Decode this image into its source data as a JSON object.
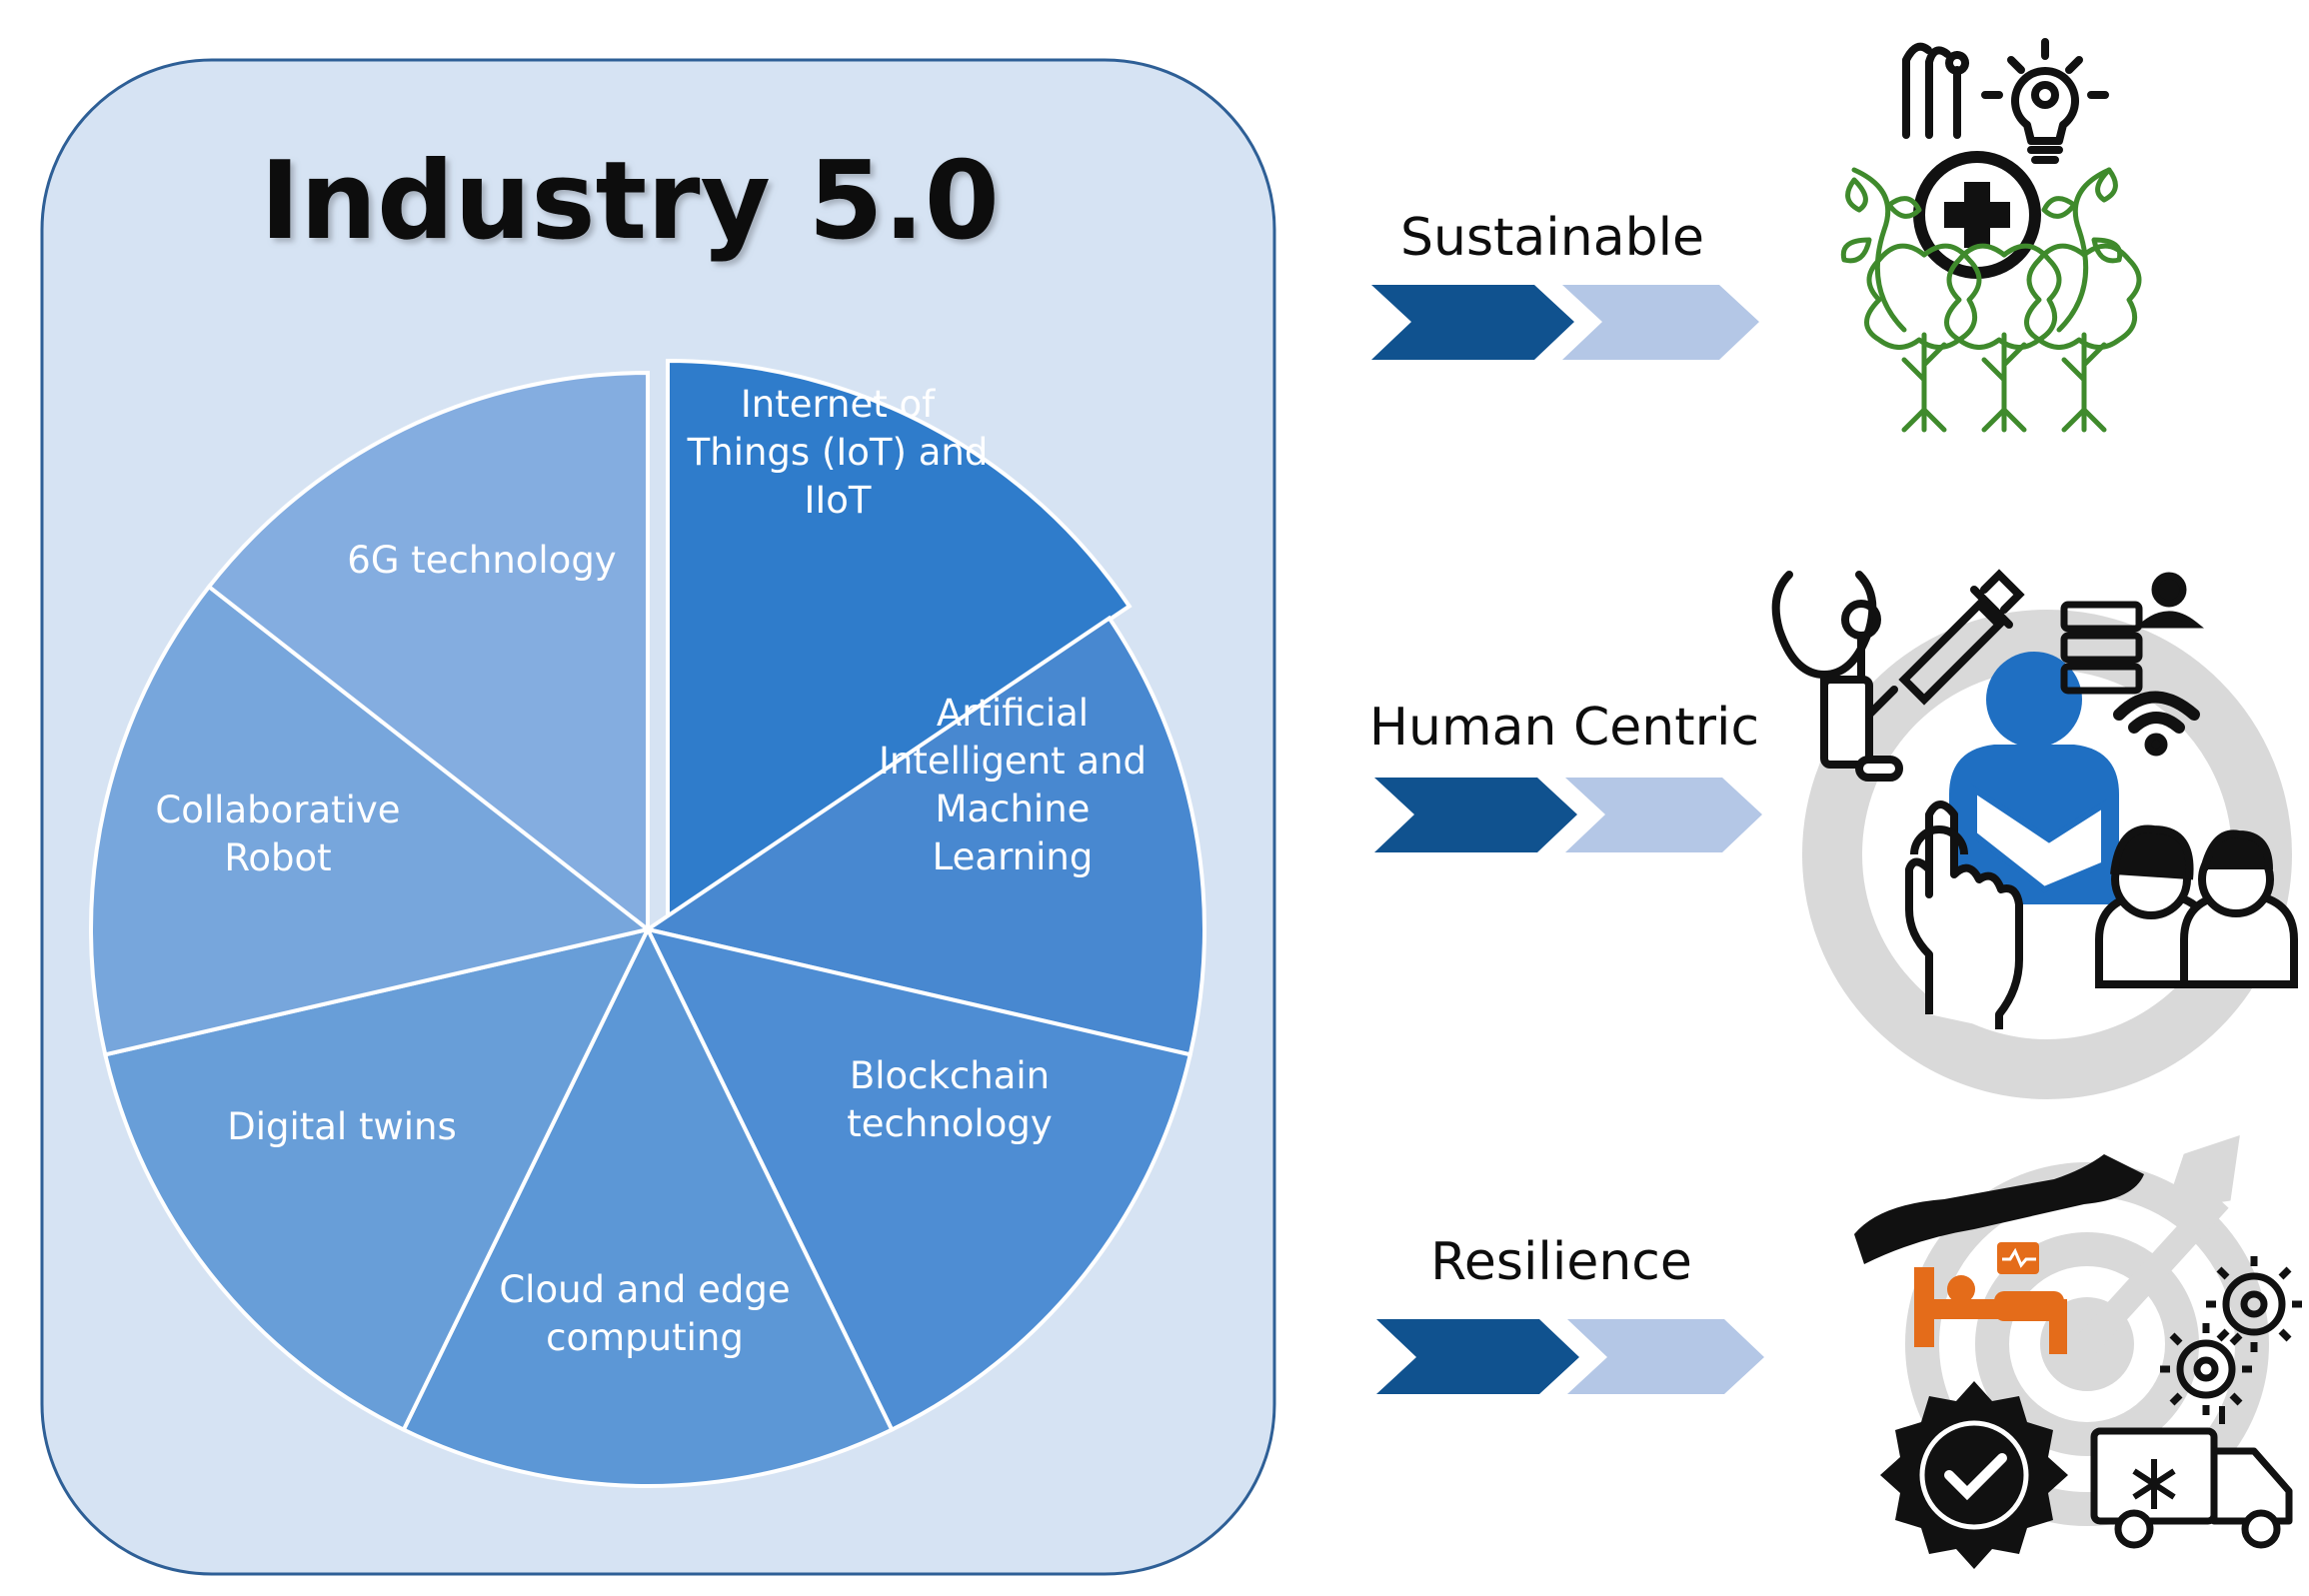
{
  "panel": {
    "title": "Industry 5.0",
    "colors": {
      "panel_fill": "#d6e3f3",
      "panel_border": "#2e5f96"
    }
  },
  "segments": [
    {
      "id": "iot",
      "lines": [
        "Internet of",
        "Things (IoT) and",
        "IIoT"
      ],
      "color": "#2f7ccb",
      "exploded": true
    },
    {
      "id": "ai",
      "lines": [
        "Artificial",
        "Intelligent and",
        "Machine",
        "Learning"
      ],
      "color": "#4888d0",
      "exploded": false
    },
    {
      "id": "blockchain",
      "lines": [
        "Blockchain",
        "technology"
      ],
      "color": "#4e8dd3",
      "exploded": false
    },
    {
      "id": "cloud",
      "lines": [
        "Cloud and edge",
        "computing"
      ],
      "color": "#5c97d6",
      "exploded": false
    },
    {
      "id": "twins",
      "lines": [
        "Digital twins"
      ],
      "color": "#689ed8",
      "exploded": false
    },
    {
      "id": "robot",
      "lines": [
        "Collaborative",
        "Robot"
      ],
      "color": "#77a6dc",
      "exploded": false
    },
    {
      "id": "6g",
      "lines": [
        "6G technology"
      ],
      "color": "#84ade0",
      "exploded": false
    }
  ],
  "pillars": [
    {
      "id": "sustainable",
      "label": "Sustainable",
      "icon": "sustainable-healthcare-icon"
    },
    {
      "id": "human-centric",
      "label": "Human Centric",
      "icon": "patient-centric-care-icon"
    },
    {
      "id": "resilience",
      "label": "Resilience",
      "icon": "resilient-healthcare-icon"
    }
  ],
  "arrows": {
    "dark": "#10528f",
    "light": "#b4c7e6"
  },
  "icon_colors": {
    "green": "#3f8a2c",
    "blue": "#1f6fc2",
    "gray": "#d9d9d9",
    "orange": "#e46c1a",
    "black": "#111111"
  }
}
